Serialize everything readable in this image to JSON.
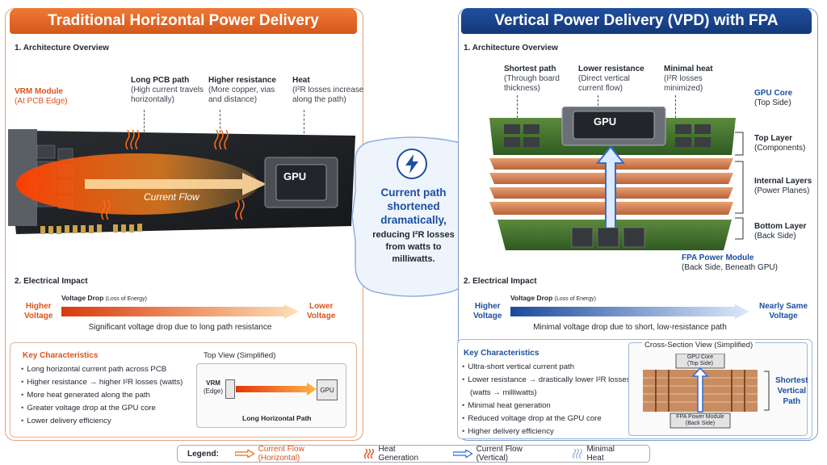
{
  "left": {
    "banner": "Traditional Horizontal Power Delivery",
    "section1": "1. Architecture Overview",
    "vrm_title": "VRM Module",
    "vrm_sub": "(At PCB Edge)",
    "callouts": [
      {
        "title": "Long PCB path",
        "line1": "(High current travels",
        "line2": "horizontally)"
      },
      {
        "title": "Higher resistance",
        "line1": "(More copper, vias",
        "line2": "and distance)"
      },
      {
        "title": "Heat",
        "line1": "(I²R losses increase",
        "line2": "along the path)"
      }
    ],
    "current_flow": "Current Flow",
    "gpu_label": "GPU",
    "section2": "2. Electrical Impact",
    "high_voltage_1": "Higher",
    "high_voltage_2": "Voltage",
    "voltage_drop": "Voltage Drop",
    "voltage_drop_sub": "(Loss of Energy)",
    "low_voltage_1": "Lower",
    "low_voltage_2": "Voltage",
    "drop_caption": "Significant voltage drop due to long path resistance",
    "key_title": "Key Characteristics",
    "key_items": [
      "Long horizontal current path across PCB",
      "Higher resistance → higher I²R losses (watts)",
      "More heat generated along the path",
      "Greater voltage drop at the GPU core",
      "Lower delivery efficiency"
    ],
    "topview_title": "Top View (Simplified)",
    "tv_vrm_1": "VRM",
    "tv_vrm_2": "(Edge)",
    "tv_gpu": "GPU",
    "tv_path": "Long Horizontal Path",
    "accent": "#d9541c"
  },
  "center": {
    "line1": "Current path",
    "line2": "shortened",
    "line3": "dramatically,",
    "line4": "reducing I²R losses",
    "line5": "from watts to",
    "line6": "milliwatts."
  },
  "right": {
    "banner": "Vertical Power Delivery (VPD) with FPA",
    "section1": "1. Architecture Overview",
    "callouts": [
      {
        "title": "Shortest path",
        "line1": "(Through board",
        "line2": "thickness)"
      },
      {
        "title": "Lower resistance",
        "line1": "(Direct vertical",
        "line2": "current flow)"
      },
      {
        "title": "Minimal heat",
        "line1": "(I²R losses",
        "line2": "minimized)"
      }
    ],
    "gpu_core_title": "GPU Core",
    "gpu_core_sub": "(Top Side)",
    "top_layer_title": "Top Layer",
    "top_layer_sub": "(Components)",
    "internal_title": "Internal Layers",
    "internal_sub": "(Power Planes)",
    "bottom_title": "Bottom Layer",
    "bottom_sub": "(Back Side)",
    "fpa_title": "FPA Power Module",
    "fpa_sub": "(Back Side, Beneath GPU)",
    "gpu_label": "GPU",
    "section2": "2. Electrical Impact",
    "high_voltage_1": "Higher",
    "high_voltage_2": "Voltage",
    "voltage_drop": "Voltage Drop",
    "voltage_drop_sub": "(Loss of Energy)",
    "same_voltage_1": "Nearly Same",
    "same_voltage_2": "Voltage",
    "drop_caption": "Minimal voltage drop due to short, low-resistance path",
    "key_title": "Key Characteristics",
    "key_items": [
      "Ultra-short vertical current path",
      "Lower resistance → drastically lower I²R losses",
      "(watts → milliwatts)",
      "Minimal heat generation",
      "Reduced voltage drop at the GPU core",
      "Higher delivery efficiency"
    ],
    "cross_title": "Cross-Section View (Simplified)",
    "cs_gpu_1": "GPU Core",
    "cs_gpu_2": "(Top Side)",
    "cs_fpa_1": "FPA Power Module",
    "cs_fpa_2": "(Back Side)",
    "shortest_1": "Shortest",
    "shortest_2": "Vertical",
    "shortest_3": "Path",
    "accent": "#1d4fa0"
  },
  "legend": {
    "title": "Legend:",
    "items": [
      {
        "label": "Current Flow (Horizontal)",
        "icon": "orange-arrow-icon"
      },
      {
        "label": "Heat Generation",
        "icon": "heat-waves-icon"
      },
      {
        "label": "Current Flow (Vertical)",
        "icon": "blue-arrow-icon"
      },
      {
        "label": "Minimal Heat",
        "icon": "light-waves-icon"
      }
    ]
  }
}
